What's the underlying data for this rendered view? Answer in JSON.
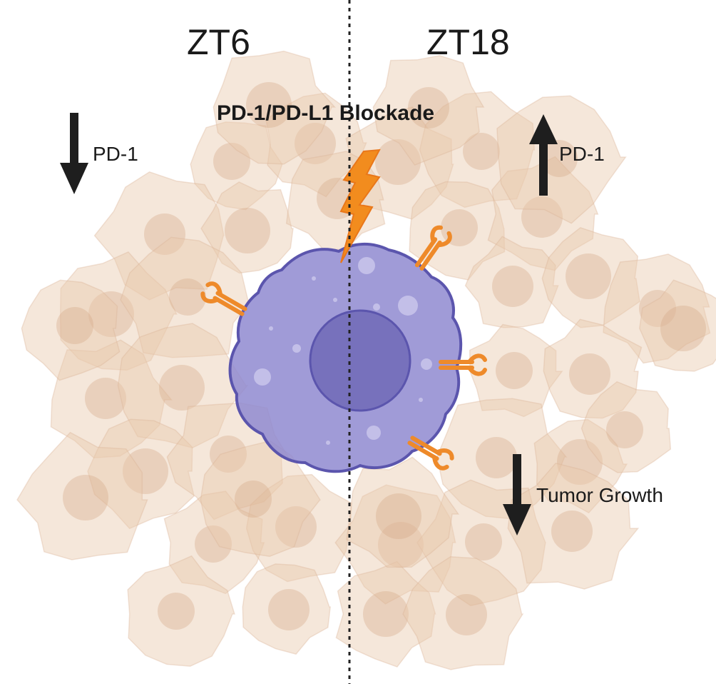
{
  "labels": {
    "left_time": "ZT6",
    "right_time": "ZT18",
    "treatment": "PD-1/PD-L1 Blockade",
    "left_marker": "PD-1",
    "right_marker": "PD-1",
    "outcome": "Tumor Growth"
  },
  "arrows": {
    "left_pd1": "down",
    "right_pd1": "up",
    "tumor_growth": "down"
  },
  "colors": {
    "tumor_cell": "#e8c9ae",
    "tumor_nucleus": "#d4a585",
    "t_cell": "#8f8ad0",
    "t_cell_outline": "#5b55ad",
    "t_cell_nucleus": "#7771bc",
    "receptor": "#ee8a2a",
    "lightning": "#f28c1e",
    "arrow": "#1e1e1e",
    "divider": "#222222"
  },
  "icons": {
    "treatment": "lightning-icon",
    "receptor": "pd1-receptor-icon"
  }
}
